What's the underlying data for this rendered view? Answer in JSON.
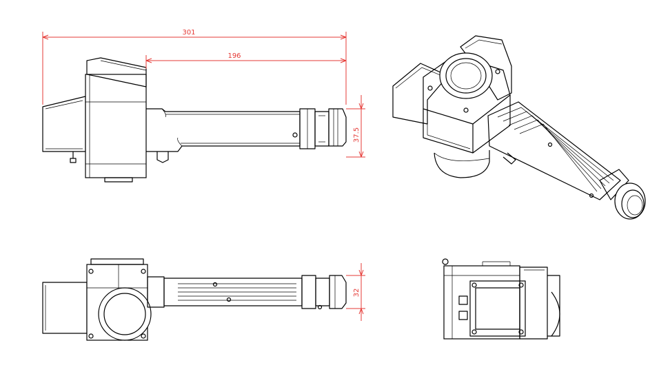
{
  "colors": {
    "dimension": "#e53935",
    "line": "#000000",
    "background": "#ffffff"
  },
  "dimensions": {
    "overall_length": "301",
    "barrel_length": "196",
    "side_height": "37.5",
    "top_width": "32"
  }
}
